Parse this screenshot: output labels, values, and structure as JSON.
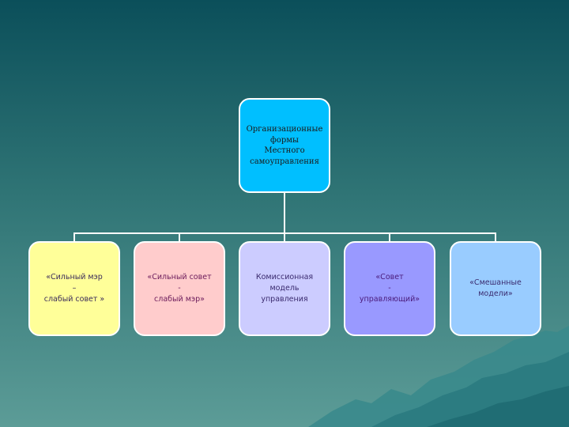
{
  "diagram": {
    "root": {
      "label": "Организационные\nформы\nМестного\nсамоуправления"
    },
    "children": [
      {
        "label": "«Сильный мэр\n–\nслабый совет »",
        "color": "#ffff99"
      },
      {
        "label": "«Сильный совет\n-\nслабый мэр»",
        "color": "#ffcccc"
      },
      {
        "label": "Комиссионная\nмодель\nуправления",
        "color": "#ccccff"
      },
      {
        "label": "«Совет\n-\nуправляющий»",
        "color": "#9999ff"
      },
      {
        "label": "«Смешанные\nмодели»",
        "color": "#99ccff"
      }
    ],
    "root_color": "#00bfff",
    "connector_color": "#ffffff"
  }
}
